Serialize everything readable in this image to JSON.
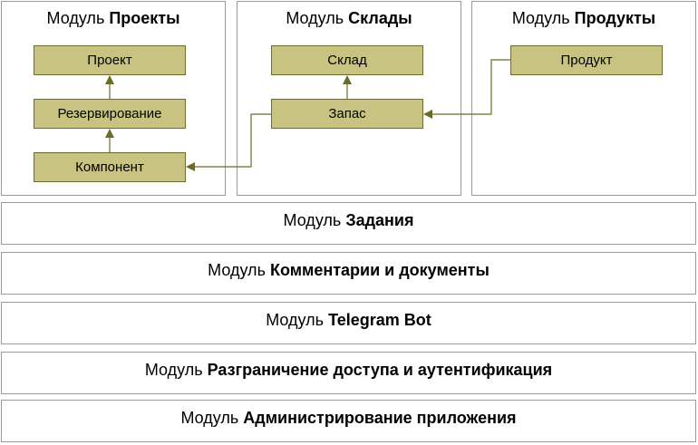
{
  "prefix": "Модуль",
  "top_modules": {
    "projects": {
      "name": "Проекты"
    },
    "warehouses": {
      "name": "Склады"
    },
    "products": {
      "name": "Продукты"
    }
  },
  "entities": {
    "project": "Проект",
    "reservation": "Резервирование",
    "component": "Компонент",
    "warehouse": "Склад",
    "stock": "Запас",
    "product": "Продукт"
  },
  "layers": [
    {
      "name": "Задания"
    },
    {
      "name": "Комментарии и документы"
    },
    {
      "name": "Telegram Bot"
    },
    {
      "name": "Разграничение доступа и аутентификация"
    },
    {
      "name": "Администрирование приложения"
    }
  ],
  "colors": {
    "entity_fill": "#c8c381",
    "entity_border": "#6b6b2a",
    "arrow": "#6b6b2a",
    "module_border": "#9a9a9a"
  }
}
